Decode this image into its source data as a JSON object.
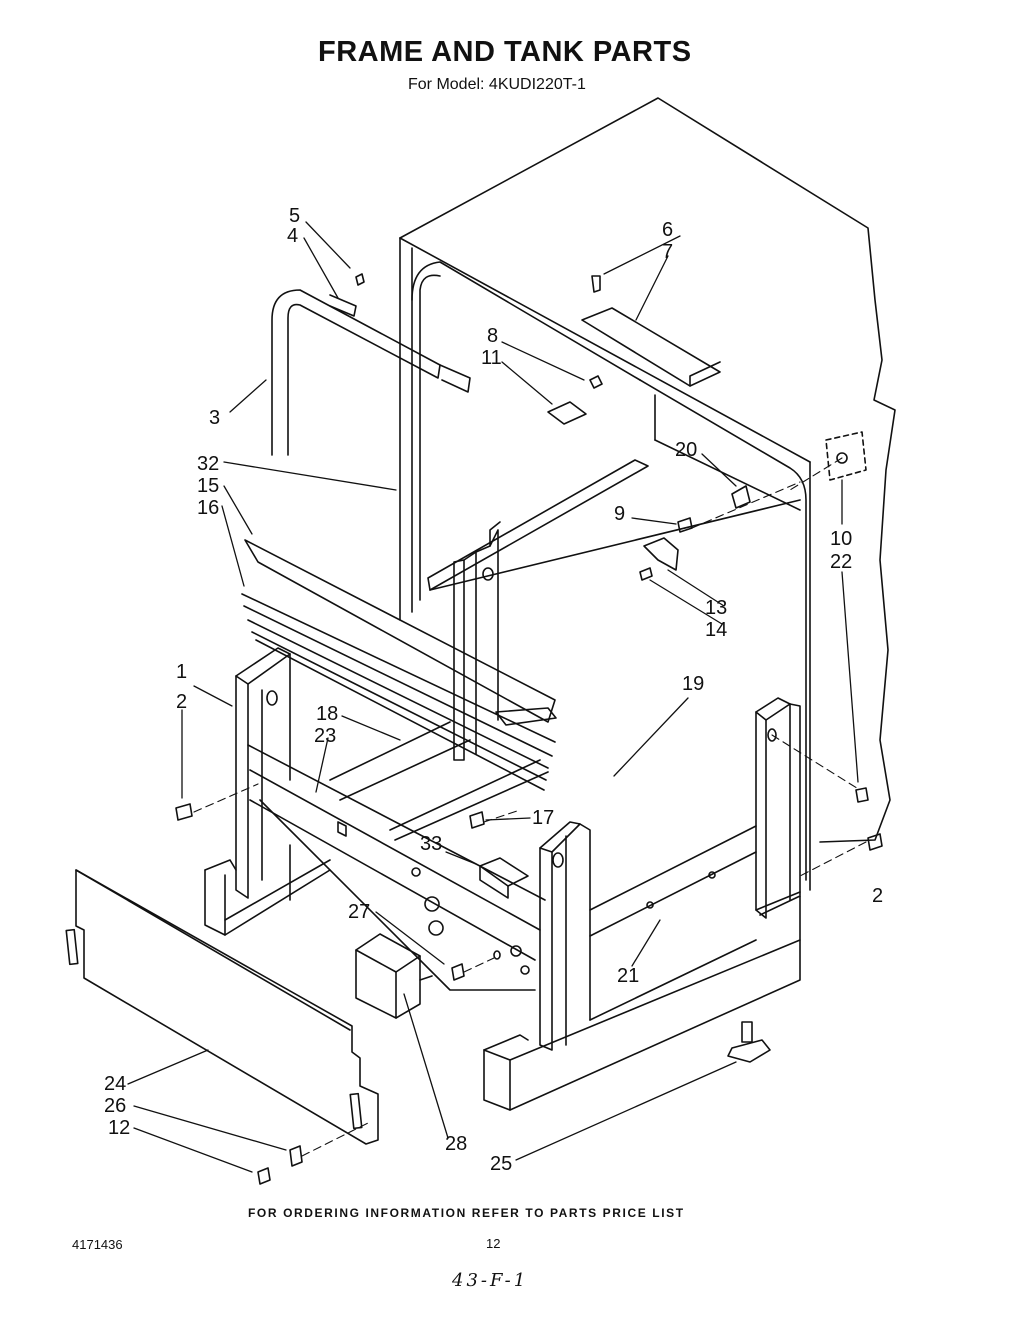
{
  "header": {
    "title": "FRAME AND TANK PARTS",
    "model": "For Model: 4KUDI220T-1"
  },
  "callouts": [
    "5",
    "4",
    "6",
    "7",
    "8",
    "11",
    "3",
    "32",
    "15",
    "16",
    "20",
    "9",
    "10",
    "22",
    "13",
    "14",
    "1",
    "2",
    "18",
    "23",
    "19",
    "17",
    "33",
    "27",
    "21",
    "2",
    "24",
    "26",
    "12",
    "28",
    "25"
  ],
  "footer": {
    "ordering_note": "FOR ORDERING INFORMATION REFER TO PARTS PRICE LIST",
    "doc_number": "4171436",
    "page_number": "12",
    "handwritten_mark": "43-F-1"
  }
}
